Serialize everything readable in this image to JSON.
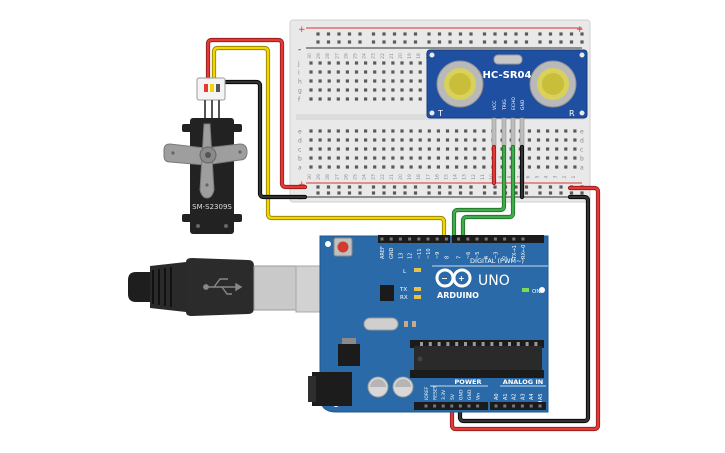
{
  "breadboard": {
    "plus_label": "+",
    "minus_label": "-",
    "row_letters_top": [
      "j",
      "i",
      "h",
      "g",
      "f"
    ],
    "row_letters_bottom": [
      "e",
      "d",
      "c",
      "b",
      "a"
    ],
    "column_numbers": [
      "30",
      "29",
      "28",
      "27",
      "26",
      "25",
      "24",
      "23",
      "22",
      "21",
      "20",
      "19",
      "18",
      "17",
      "16",
      "15",
      "14",
      "13",
      "12",
      "11",
      "10",
      "9",
      "8",
      "7",
      "6",
      "5",
      "4",
      "3",
      "2",
      "1"
    ]
  },
  "ultrasonic": {
    "model": "HC-SR04",
    "left_mark": "T",
    "right_mark": "R",
    "pins": [
      "VCC",
      "TRIG",
      "ECHO",
      "GND"
    ]
  },
  "servo": {
    "model": "SM-S2309S"
  },
  "arduino": {
    "brand": "ARDUINO",
    "model": "UNO",
    "on_label": "ON",
    "digital_label": "DIGITAL (PWM~)",
    "power_label": "POWER",
    "analog_label": "ANALOG IN",
    "led_labels": [
      "L",
      "TX",
      "RX"
    ],
    "digital_pins": [
      "AREF",
      "GND",
      "13",
      "12",
      "~11",
      "~10",
      "~9",
      "8",
      "7",
      "~6",
      "~5",
      "4",
      "~3",
      "2",
      "TX→1",
      "RX←0"
    ],
    "power_pins": [
      "IOREF",
      "RESET",
      "3.3V",
      "5V",
      "GND",
      "GND",
      "Vin"
    ],
    "analog_pins": [
      "A0",
      "A1",
      "A2",
      "A3",
      "A4",
      "A5"
    ]
  },
  "colors": {
    "wire_red": "#e53935",
    "wire_black": "#222222",
    "wire_yellow": "#f2d600",
    "wire_green": "#3fae49",
    "board_blue": "#2b6aa8",
    "sensor_blue": "#1f4fa0"
  }
}
